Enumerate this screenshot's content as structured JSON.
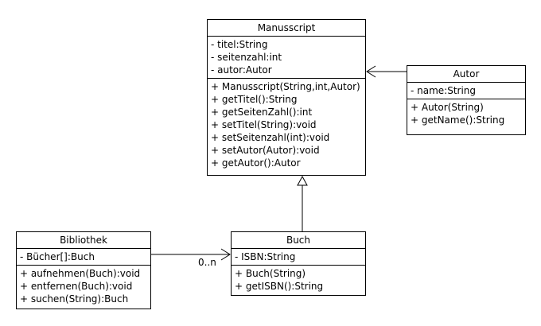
{
  "classes": {
    "manusscript": {
      "name": "Manusscript",
      "attributes": [
        "- titel:String",
        "- seitenzahl:int",
        "- autor:Autor"
      ],
      "methods": [
        "+ Manusscript(String,int,Autor)",
        "+ getTitel():String",
        "+ getSeitenZahl():int",
        "+ setTitel(String):void",
        "+ setSeitenzahl(int):void",
        "+ setAutor(Autor):void",
        "+ getAutor():Autor"
      ]
    },
    "autor": {
      "name": "Autor",
      "attributes": [
        "- name:String"
      ],
      "methods": [
        "+ Autor(String)",
        "+ getName():String"
      ]
    },
    "bibliothek": {
      "name": "Bibliothek",
      "attributes": [
        "- Bücher[]:Buch"
      ],
      "methods": [
        "+ aufnehmen(Buch):void",
        "+ entfernen(Buch):void",
        "+ suchen(String):Buch"
      ]
    },
    "buch": {
      "name": "Buch",
      "attributes": [
        "- ISBN:String"
      ],
      "methods": [
        "+ Buch(String)",
        "+ getISBN():String"
      ]
    }
  },
  "relations": {
    "bibliothek_buch_multiplicity": "0..n"
  }
}
